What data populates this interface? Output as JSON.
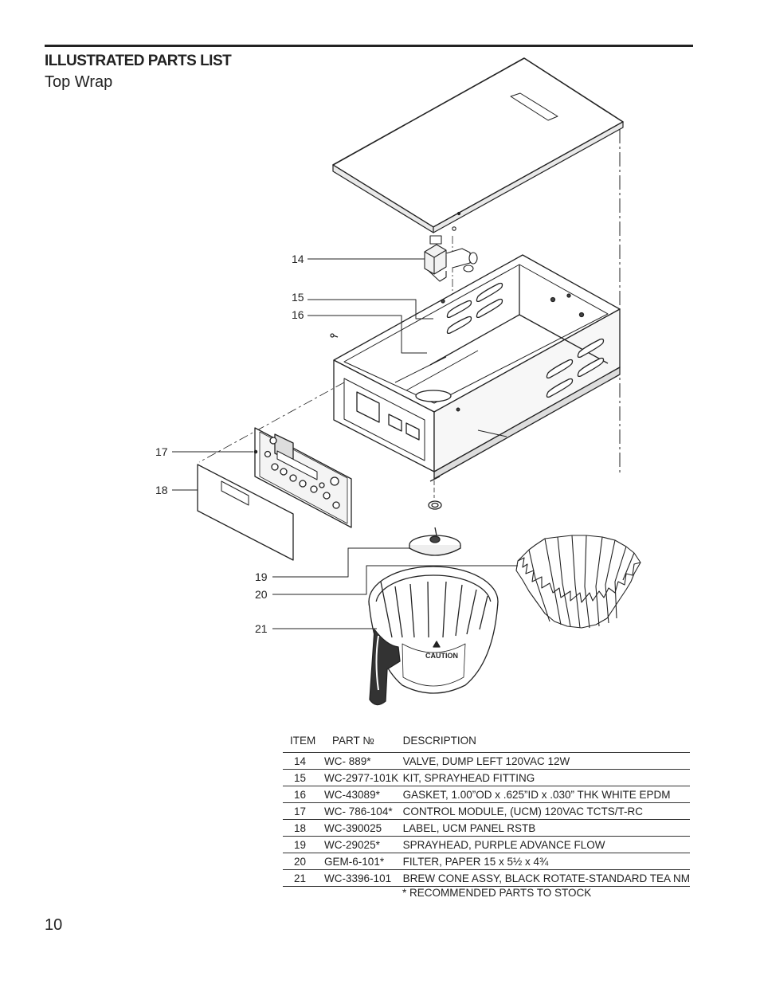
{
  "header": {
    "title": "ILLUSTRATED PARTS LIST",
    "subtitle": "Top Wrap"
  },
  "diagram": {
    "callouts": [
      "14",
      "15",
      "16",
      "17",
      "18",
      "19",
      "20",
      "21"
    ],
    "caution_label": "CAUTION"
  },
  "parts_table": {
    "columns": [
      "ITEM",
      "PART №",
      "DESCRIPTION"
    ],
    "rows": [
      {
        "item": "14",
        "part": "WC- 889*",
        "description": "VALVE, DUMP LEFT 120VAC 12W"
      },
      {
        "item": "15",
        "part": "WC-2977-101K",
        "description": "KIT, SPRAYHEAD FITTING"
      },
      {
        "item": "16",
        "part": "WC-43089*",
        "description": "GASKET, 1.00”OD x .625”ID x .030” THK WHITE EPDM"
      },
      {
        "item": "17",
        "part": "WC- 786-104*",
        "description": "CONTROL MODULE, (UCM) 120VAC TCTS/T-RC"
      },
      {
        "item": "18",
        "part": "WC-390025",
        "description": "LABEL, UCM PANEL RSTB"
      },
      {
        "item": "19",
        "part": "WC-29025*",
        "description": "SPRAYHEAD, PURPLE ADVANCE FLOW"
      },
      {
        "item": "20",
        "part": "GEM-6-101*",
        "description": "FILTER, PAPER 15 x 5½ x 4¾"
      },
      {
        "item": "21",
        "part": "WC-3396-101",
        "description": "BREW CONE ASSY, BLACK ROTATE-STANDARD TEA NM"
      }
    ],
    "footnote": "* RECOMMENDED PARTS TO STOCK"
  },
  "page_number": "10"
}
